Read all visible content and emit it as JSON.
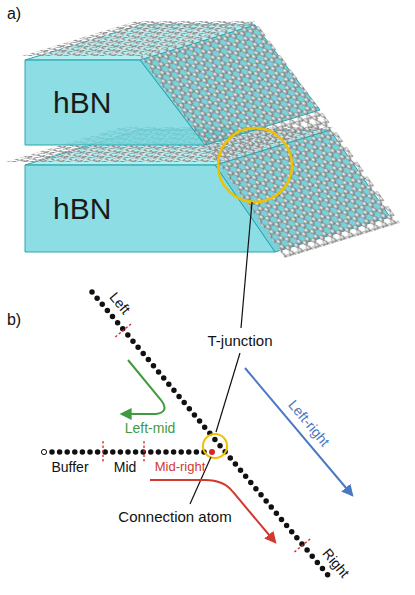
{
  "diagram": {
    "nodes": [
      {
        "text": [
          "hBN"
        ]
      },
      {
        "text": [
          "hBN"
        ]
      }
    ],
    "labels": [
      "a)",
      "b)",
      "Left",
      "T-junction",
      "Left-mid",
      "Left-right",
      "Buffer",
      "Mid",
      "Mid-right",
      "Connection atom",
      "Right"
    ]
  }
}
